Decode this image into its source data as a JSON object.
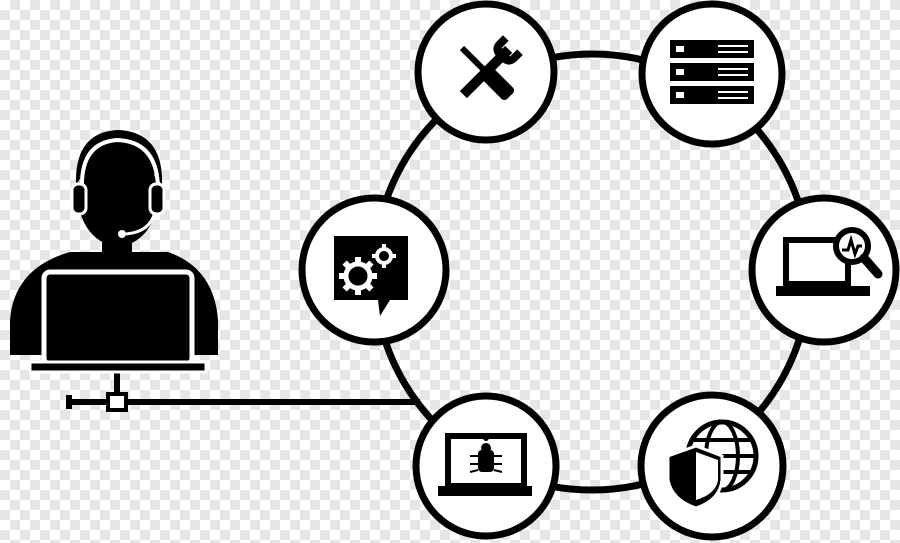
{
  "diagram": {
    "style": "black line-art icons on transparent checkerboard",
    "colors": {
      "ink": "#000000",
      "paper": "#ffffff",
      "checker": "#e6e6e6"
    },
    "support_agent": {
      "icon": "support-agent-headset-laptop-icon"
    },
    "connection": {
      "icon": "network-cable-icon"
    },
    "ring": {
      "icon": "service-cycle-ring",
      "nodes": [
        {
          "id": "tools",
          "icon": "wrench-screwdriver-icon"
        },
        {
          "id": "server",
          "icon": "server-rack-icon"
        },
        {
          "id": "monitoring",
          "icon": "laptop-magnifier-analytics-icon"
        },
        {
          "id": "security",
          "icon": "shield-globe-icon"
        },
        {
          "id": "debugging",
          "icon": "laptop-bug-icon"
        },
        {
          "id": "configuration",
          "icon": "gear-settings-board-icon"
        }
      ]
    }
  }
}
